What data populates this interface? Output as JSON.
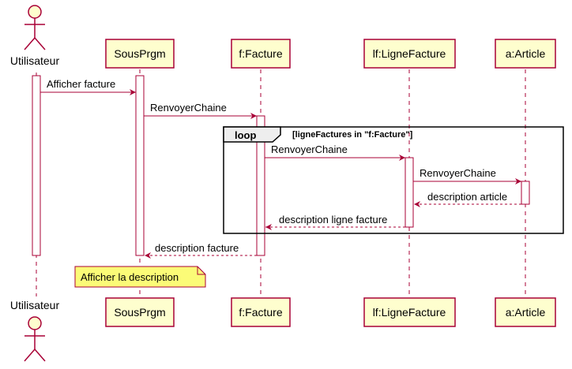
{
  "colors": {
    "participant_fill": "#FEFECE",
    "participant_border": "#A80036",
    "arrow": "#A80036",
    "lifeline": "#A80036",
    "note_fill": "#FBFB77",
    "note_border": "#A80036",
    "loop_border": "#000000",
    "loop_label_fill": "#EEEEEE"
  },
  "participants": [
    {
      "id": "user",
      "kind": "actor",
      "label": "Utilisateur"
    },
    {
      "id": "sp",
      "kind": "participant",
      "label": "SousPrgm"
    },
    {
      "id": "fac",
      "kind": "participant",
      "label": "f:Facture"
    },
    {
      "id": "lf",
      "kind": "participant",
      "label": "lf:LigneFacture"
    },
    {
      "id": "art",
      "kind": "participant",
      "label": "a:Article"
    }
  ],
  "messages": [
    {
      "from": "user",
      "to": "sp",
      "label": "Afficher facture",
      "style": "sync"
    },
    {
      "from": "sp",
      "to": "fac",
      "label": "RenvoyerChaine",
      "style": "sync"
    },
    {
      "from": "fac",
      "to": "lf",
      "label": "RenvoyerChaine",
      "style": "sync"
    },
    {
      "from": "lf",
      "to": "art",
      "label": "RenvoyerChaine",
      "style": "sync"
    },
    {
      "from": "art",
      "to": "lf",
      "label": "description article",
      "style": "return"
    },
    {
      "from": "lf",
      "to": "fac",
      "label": "description ligne facture",
      "style": "return"
    },
    {
      "from": "fac",
      "to": "sp",
      "label": "description facture",
      "style": "return"
    }
  ],
  "loop": {
    "keyword": "loop",
    "condition": "[ligneFactures in \"f:Facture\"]"
  },
  "note": {
    "text": "Afficher la description",
    "over": "sp"
  }
}
